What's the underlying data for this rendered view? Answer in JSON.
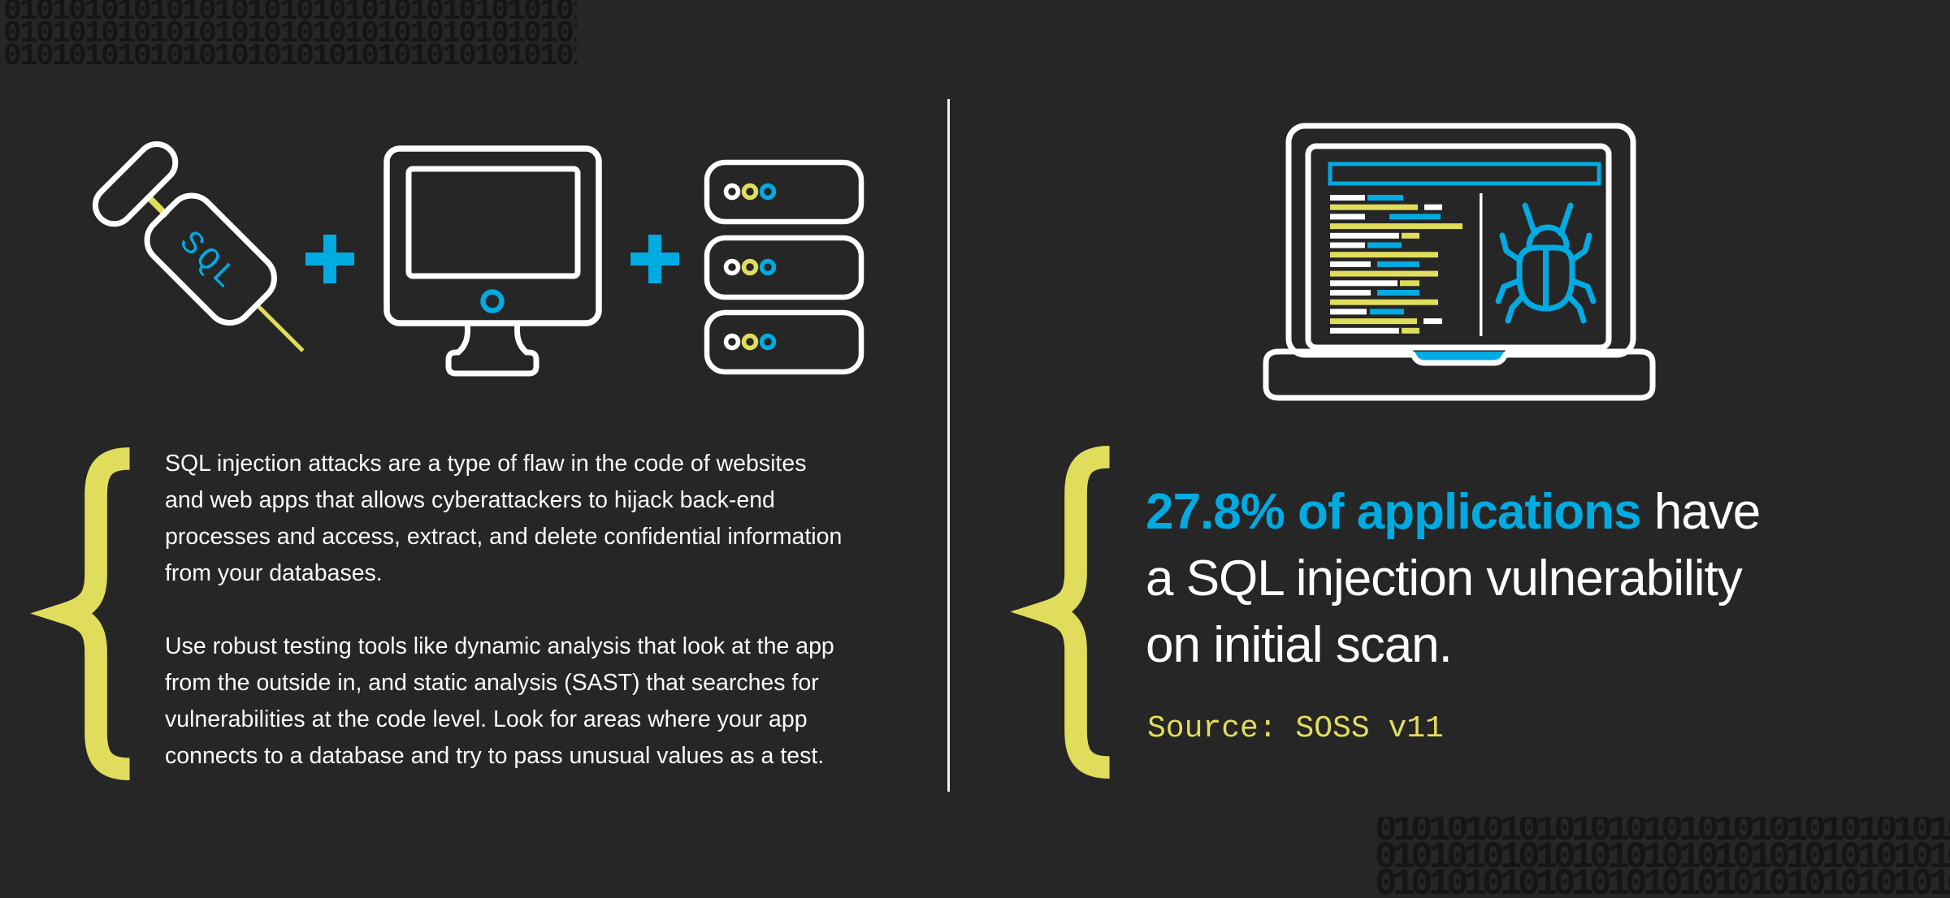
{
  "colors": {
    "background": "#262626",
    "blue": "#00abe2",
    "yellow": "#e1dd5c",
    "white": "#ffffff",
    "binary": "#151515"
  },
  "icons": {
    "left": [
      "sql-syringe-icon",
      "plus-icon",
      "computer-monitor-icon",
      "plus-icon",
      "server-stack-icon"
    ],
    "right": [
      "laptop-bug-scan-icon"
    ],
    "braces": [
      "left-brace-icon",
      "right-brace-icon"
    ]
  },
  "binary_pattern": {
    "row": "01010101010101010101010101010101010101010101010101010101010101010101010101010101"
  },
  "left_panel": {
    "syringe_label": "SQL",
    "paragraph1": "SQL injection attacks are a type of flaw in the code of websites\nand web apps that allows cyberattackers to hijack back-end\nprocesses and access, extract, and delete confidential information\nfrom your databases.",
    "paragraph2": "Use robust testing tools like dynamic analysis that look at the app\nfrom the outside in, and static analysis (SAST) that searches for\nvulnerabilities at the code level. Look for areas where your app\nconnects to a database and try to pass unusual values as a test."
  },
  "right_panel": {
    "stat_highlight": "27.8% of applications",
    "headline_line1_rest": " have",
    "headline_line2": "a SQL injection vulnerability",
    "headline_line3": "on initial scan.",
    "source": "Source: SOSS v11"
  },
  "laptop_icon": {
    "code_rows": [
      [
        [
          "w",
          81,
          43
        ],
        [
          "b",
          127,
          44
        ]
      ],
      [
        [
          "y",
          81,
          108
        ],
        [
          "w",
          197,
          22
        ]
      ],
      [
        [
          "w",
          81,
          43
        ],
        [
          "b",
          154,
          63
        ]
      ],
      [
        [
          "y",
          81,
          163
        ]
      ],
      [
        [
          "w",
          81,
          85
        ],
        [
          "y",
          169,
          22
        ]
      ],
      [
        [
          "w",
          81,
          43
        ],
        [
          "b",
          127,
          42
        ]
      ],
      [
        [
          "y",
          81,
          133
        ]
      ],
      [
        [
          "w",
          81,
          50
        ],
        [
          "b",
          139,
          52
        ]
      ],
      [
        [
          "y",
          81,
          133
        ]
      ],
      [
        [
          "w",
          81,
          83
        ],
        [
          "y",
          167,
          24
        ]
      ],
      [
        [
          "w",
          81,
          50
        ],
        [
          "b",
          139,
          52
        ]
      ],
      [
        [
          "y",
          81,
          133
        ]
      ],
      [
        [
          "w",
          81,
          45
        ],
        [
          "b",
          130,
          42
        ]
      ],
      [
        [
          "y",
          81,
          107
        ],
        [
          "w",
          196,
          23
        ]
      ],
      [
        [
          "w",
          81,
          85
        ],
        [
          "y",
          169,
          22
        ]
      ]
    ]
  }
}
